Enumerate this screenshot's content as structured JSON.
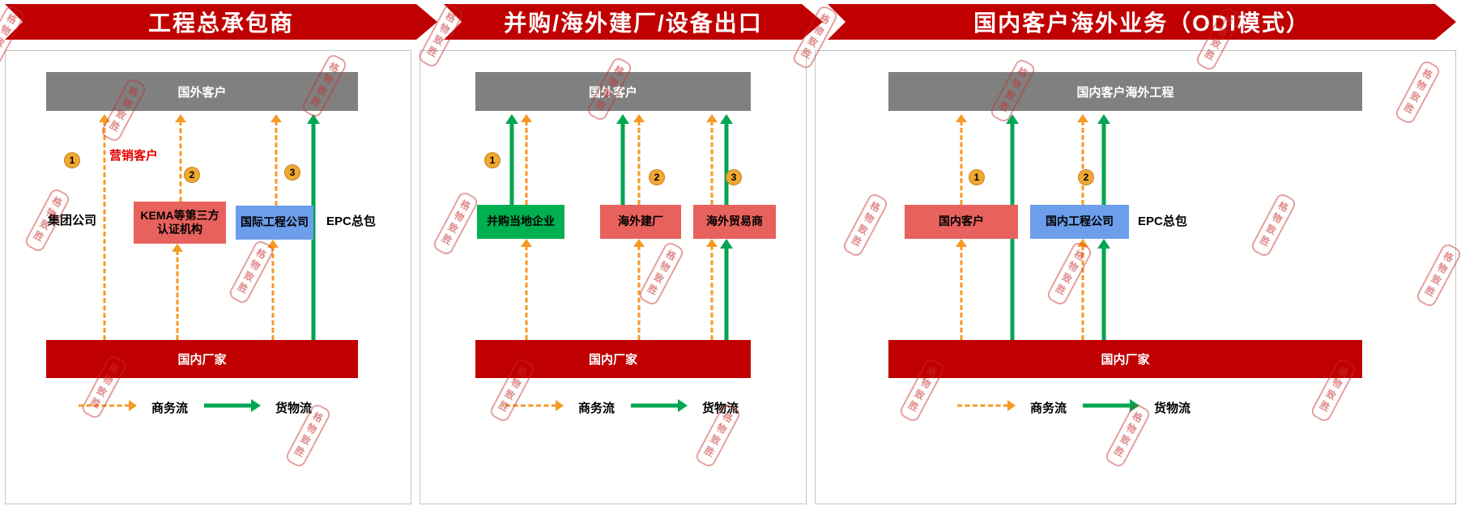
{
  "watermark": {
    "text": "格物致胜"
  },
  "legend": {
    "business": "商务流",
    "goods": "货物流"
  },
  "colors": {
    "banner_red": "#c00000",
    "dark_red_box": "#c00000",
    "gray_box": "#808080",
    "light_red_box": "#e8625d",
    "blue_box": "#6d9eeb",
    "green_box": "#00b050",
    "business_flow_orange": "#f59a23",
    "goods_flow_green": "#00a651",
    "badge_gold": "#f0a830"
  },
  "panels": [
    {
      "banner": "工程总承包商",
      "top_box": "国外客户",
      "bottom_box": "国内厂家",
      "left_label": "集团公司",
      "right_label": "EPC总包",
      "annotation": "营销客户",
      "badges": [
        "1",
        "2",
        "3"
      ],
      "boxes": {
        "certifier": "KEMA等第三方\n认证机构",
        "intl_engineering": "国际工程公司"
      }
    },
    {
      "banner": "并购/海外建厂/设备出口",
      "top_box": "国外客户",
      "bottom_box": "国内厂家",
      "badges": [
        "1",
        "2",
        "3"
      ],
      "boxes": {
        "acquired_local": "并购当地企业",
        "overseas_factory": "海外建厂",
        "overseas_trader": "海外贸易商"
      }
    },
    {
      "banner": "国内客户海外业务（ODI模式）",
      "top_box": "国内客户海外工程",
      "bottom_box": "国内厂家",
      "right_label": "EPC总包",
      "badges": [
        "1",
        "2"
      ],
      "boxes": {
        "domestic_customer": "国内客户",
        "domestic_engineering": "国内工程公司"
      }
    }
  ]
}
